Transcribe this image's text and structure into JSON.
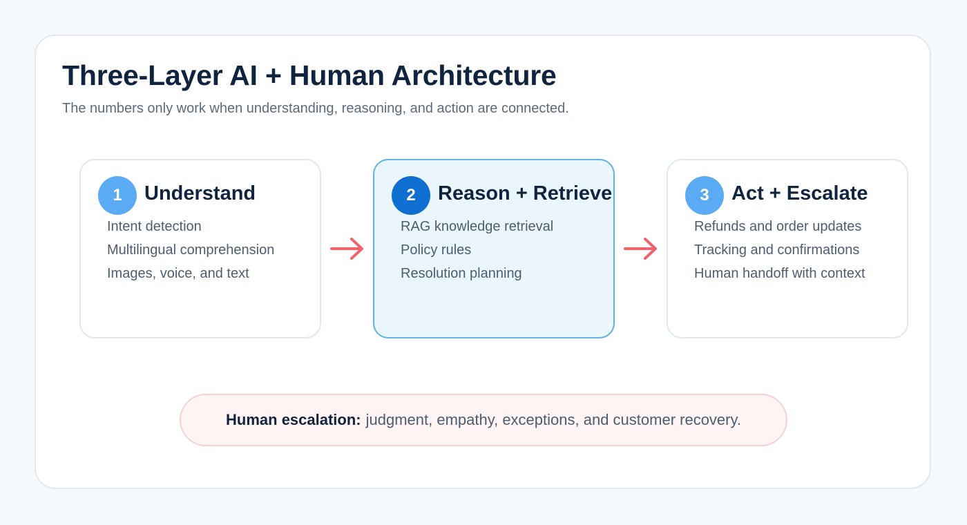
{
  "header": {
    "title": "Three-Layer AI + Human Architecture",
    "subtitle": "The numbers only work when understanding, reasoning, and action are connected."
  },
  "layers": [
    {
      "number": "1",
      "title": "Understand",
      "items": [
        "Intent detection",
        "Multilingual comprehension",
        "Images, voice, and text"
      ],
      "badge_color": "#5aabf4"
    },
    {
      "number": "2",
      "title": "Reason + Retrieve",
      "items": [
        "RAG knowledge retrieval",
        "Policy rules",
        "Resolution planning"
      ],
      "badge_color": "#0f6fd1",
      "highlighted": true
    },
    {
      "number": "3",
      "title": "Act + Escalate",
      "items": [
        "Refunds and order updates",
        "Tracking and confirmations",
        "Human handoff with context"
      ],
      "badge_color": "#5aabf4"
    }
  ],
  "escalation": {
    "label": "Human escalation:",
    "text": "judgment, empathy, exceptions, and customer recovery."
  },
  "colors": {
    "arrow": "#f0646d",
    "title": "#10233f",
    "body_text": "#4c5d72"
  }
}
